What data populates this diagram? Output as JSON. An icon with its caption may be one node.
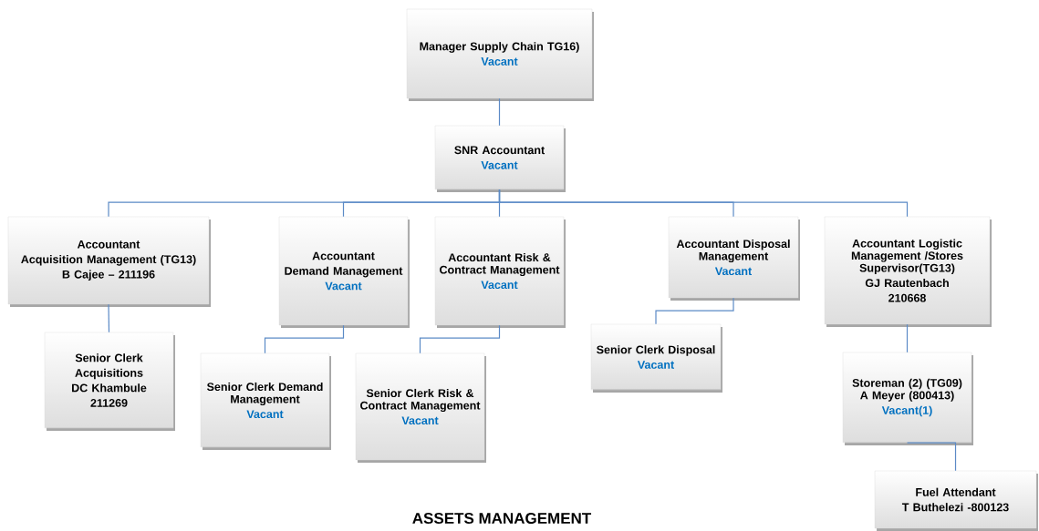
{
  "diagram": {
    "title": "ASSETS MANAGEMENT",
    "nodes": [
      {
        "text": [
          "Manager Supply Chain TG16)",
          "Vacant"
        ]
      },
      {
        "text": [
          "SNR Accountant",
          "Vacant"
        ]
      },
      {
        "text": [
          "Accountant",
          "Acquisition Management (TG13)",
          "B Cajee – 211196"
        ]
      },
      {
        "text": [
          "Accountant",
          "Demand Management",
          "Vacant"
        ]
      },
      {
        "text": [
          "Accountant Risk & Contract Management",
          "Vacant"
        ]
      },
      {
        "text": [
          "Accountant Disposal Management",
          "Vacant"
        ]
      },
      {
        "text": [
          "Accountant Logistic Management /Stores Supervisor(TG13)",
          "GJ Rautenbach",
          "210668"
        ]
      },
      {
        "text": [
          "Senior Clerk",
          "Acquisitions",
          "DC Khambule",
          "211269"
        ]
      },
      {
        "text": [
          "Senior Clerk Demand Management",
          "Vacant"
        ]
      },
      {
        "text": [
          "Senior Clerk Risk & Contract Management",
          "Vacant"
        ]
      },
      {
        "text": [
          "Senior Clerk Disposal",
          "Vacant"
        ]
      },
      {
        "text": [
          "Storeman (2) (TG09) A Meyer (800413)",
          "Vacant(1)"
        ]
      },
      {
        "text": [
          "Fuel Attendant",
          "T Buthelezi -800123"
        ]
      }
    ],
    "edges": [
      {
        "from": 0,
        "to": 1,
        "arrow": "none"
      },
      {
        "from": 1,
        "to": 2,
        "arrow": "none"
      },
      {
        "from": 1,
        "to": 3,
        "arrow": "none"
      },
      {
        "from": 1,
        "to": 4,
        "arrow": "none"
      },
      {
        "from": 1,
        "to": 5,
        "arrow": "none"
      },
      {
        "from": 1,
        "to": 6,
        "arrow": "none"
      },
      {
        "from": 2,
        "to": 7,
        "arrow": "none"
      },
      {
        "from": 3,
        "to": 8,
        "arrow": "none"
      },
      {
        "from": 4,
        "to": 9,
        "arrow": "none"
      },
      {
        "from": 5,
        "to": 10,
        "arrow": "none"
      },
      {
        "from": 6,
        "to": 11,
        "arrow": "none"
      },
      {
        "from": 11,
        "to": 12,
        "arrow": "none"
      }
    ]
  }
}
